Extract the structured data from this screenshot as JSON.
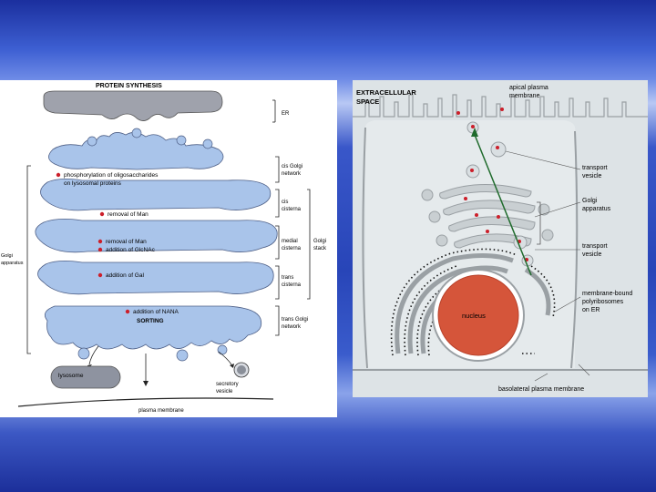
{
  "colors": {
    "er": "#9fa2ac",
    "golgi": "#a9c4ea",
    "golgi_stroke": "#4e5f86",
    "lysosome": "#8e93a0",
    "nucleus": "#d5553a",
    "cell_fill": "#e5eaec",
    "dot": "#cc1f2a",
    "arrow": "#1f6b2c",
    "text": "#1a1a1a"
  },
  "left_diagram": {
    "title": "PROTEIN SYNTHESIS",
    "steps": {
      "phospho_1": "phosphorylation of oligosaccharides",
      "phospho_2": "on lysosomal proteins",
      "removal_man": "removal of Man",
      "removal_man2": "removal of Man",
      "glcnac": "addition of GlcNAc",
      "gal": "addition of Gal",
      "nana": "addition of NANA",
      "sorting": "SORTING"
    },
    "side_labels": {
      "er": "ER",
      "cis_golgi_1": "cis Golgi",
      "cis_golgi_2": "network",
      "cis_cist_1": "cis",
      "cis_cist_2": "cisterna",
      "medial_1": "medial",
      "medial_2": "cisterna",
      "trans_1": "trans",
      "trans_2": "cisterna",
      "tgn_1": "trans Golgi",
      "tgn_2": "network",
      "golgi_stack_1": "Golgi",
      "golgi_stack_2": "stack",
      "golgi_app_1": "Golgi",
      "golgi_app_2": "apparatus"
    },
    "bottom_labels": {
      "lysosome": "lysosome",
      "secretory_1": "secretory",
      "secretory_2": "vesicle",
      "plasma_membrane": "plasma membrane"
    }
  },
  "right_diagram": {
    "labels": {
      "extracellular_1": "EXTRACELLULAR",
      "extracellular_2": "SPACE",
      "apical_1": "apical plasma",
      "apical_2": "membrane",
      "transport_1a": "transport",
      "transport_1b": "vesicle",
      "golgi_1": "Golgi",
      "golgi_2": "apparatus",
      "transport_2a": "transport",
      "transport_2b": "vesicle",
      "nucleus": "nucleus",
      "membrane_bound_1": "membrane-bound",
      "membrane_bound_2": "polyribosomes",
      "membrane_bound_3": "on ER",
      "basolateral": "basolateral plasma membrane"
    }
  }
}
